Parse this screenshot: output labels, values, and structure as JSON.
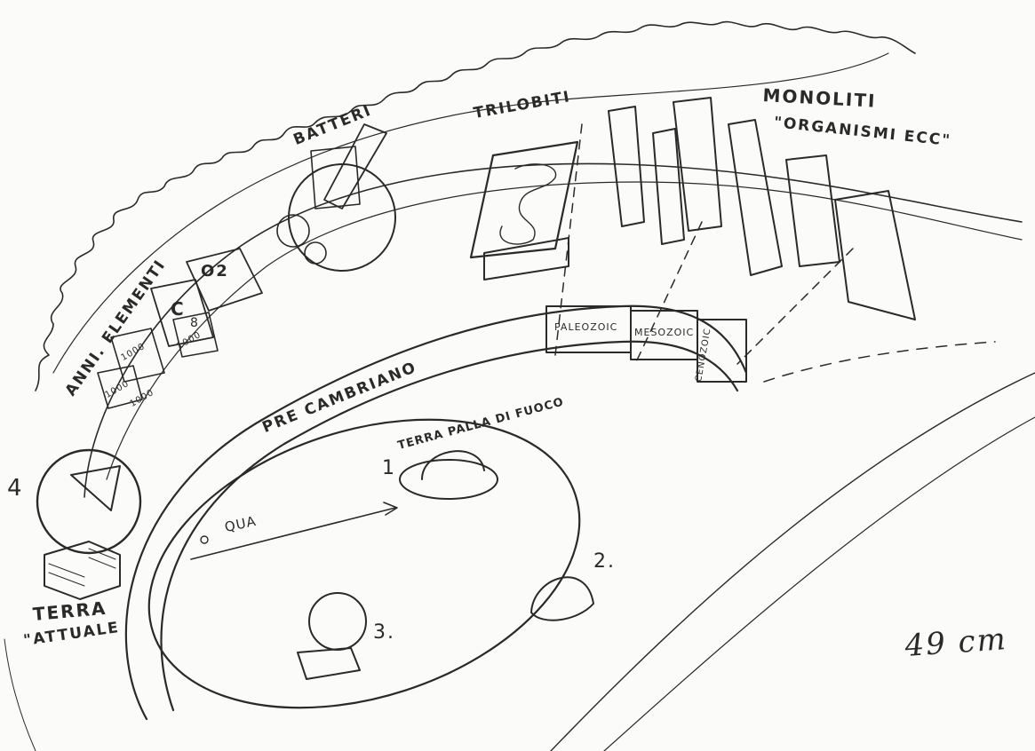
{
  "labels": {
    "monoliti": "MONOLITI",
    "organismi": "\"ORGANISMI ECC\"",
    "trilobiti": "TRILOBITI",
    "batteri": "BATTERI",
    "anni_elementi": "ANNI. ELEMENTI",
    "pre_cambriano": "PRE CAMBRIANO",
    "terra_palla": "TERRA PALLA DI FUOCO",
    "qua": "QUA",
    "terra": "TERRA",
    "attuale": "\"ATTUALE",
    "measure": "49 cm"
  },
  "numbers": {
    "n1": "1",
    "n2": "2.",
    "n3": "3.",
    "n4": "4"
  },
  "segments": {
    "paleozoic": "PALEOZOIC",
    "mesozoic": "MESOZOIC",
    "cenozoic": "CENOZOIC"
  },
  "element_cards": {
    "c": "C",
    "o2": "O2",
    "eight": "8",
    "card_a": "1000",
    "card_b": "1000",
    "card_c": "1000",
    "card_d": "1000"
  },
  "colors": {
    "ink": "#2a2a2a",
    "paper": "#fbfbfa"
  }
}
